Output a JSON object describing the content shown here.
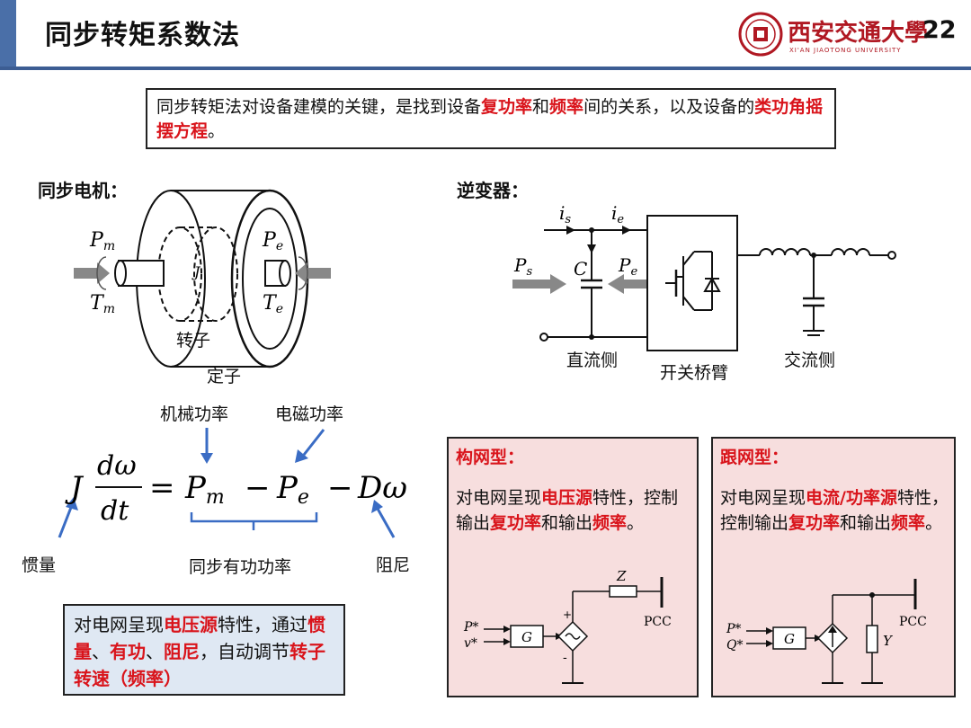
{
  "header": {
    "title": "同步转矩系数法",
    "logo_text": "西安交通大學",
    "logo_sub": "XI'AN JIAOTONG UNIVERSITY",
    "page_number": "22"
  },
  "intro": {
    "p1": "同步转矩法对设备建模的关键，是找到设备",
    "h1": "复功率",
    "p2": "和",
    "h2": "频率",
    "p3": "间的关系，以及设备的",
    "h3": "类功角摇摆方程",
    "p4": "。"
  },
  "machine": {
    "heading": "同步电机：",
    "rotor_label": "转子",
    "stator_label": "定子",
    "pm": "P",
    "pm_sub": "m",
    "tm": "T",
    "tm_sub": "m",
    "pe": "P",
    "pe_sub": "e",
    "te": "T",
    "te_sub": "e",
    "j": "J"
  },
  "inverter": {
    "heading": "逆变器：",
    "is": "i",
    "is_sub": "s",
    "ie": "i",
    "ie_sub": "e",
    "ps": "P",
    "ps_sub": "s",
    "pe": "P",
    "pe_sub": "e",
    "c": "C",
    "dc_side": "直流侧",
    "switch_arm": "开关桥臂",
    "ac_side": "交流侧"
  },
  "equation": {
    "label_mech": "机械功率",
    "label_em": "电磁功率",
    "label_inertia": "惯量",
    "label_sync": "同步有功功率",
    "label_damping": "阻尼",
    "j": "J",
    "dw": "dω",
    "dt": "dt",
    "eq": "=",
    "pm": "P",
    "pm_sub": "m",
    "minus1": "−",
    "pe": "P",
    "pe_sub": "e",
    "minus2": "−",
    "dterm": "Dω"
  },
  "bottom_box": {
    "t1": "对电网呈现",
    "h1": "电压源",
    "t2": "特性，通过",
    "h2": "惯量",
    "t3": "、",
    "h3": "有功",
    "t4": "、",
    "h4": "阻尼",
    "t5": "，自动调节",
    "h5": "转子转速（频率）"
  },
  "grid_forming": {
    "title": "构网型：",
    "t1": "对电网呈现",
    "h1": "电压源",
    "t2": "特性，控制输出",
    "h2": "复功率",
    "t3": "和输出",
    "h3": "频率",
    "t4": "。",
    "in1": "P*",
    "in2": "v*",
    "g": "G",
    "z": "Z",
    "pcc": "PCC",
    "plus": "+",
    "minus": "-"
  },
  "grid_following": {
    "title": "跟网型：",
    "t1": "对电网呈现",
    "h1": "电流/功率源",
    "t2": "特性，控制输出",
    "h2": "复功率",
    "t3": "和输出",
    "h3": "频率",
    "t4": "。",
    "in1": "P*",
    "in2": "Q*",
    "g": "G",
    "y": "Y",
    "pcc": "PCC"
  },
  "colors": {
    "accent_blue": "#4a6fa8",
    "highlight_red": "#d9141b",
    "panel_pink": "#f7dede",
    "box_blue": "#dfe8f3",
    "arrow_blue": "#3a6cc4"
  }
}
